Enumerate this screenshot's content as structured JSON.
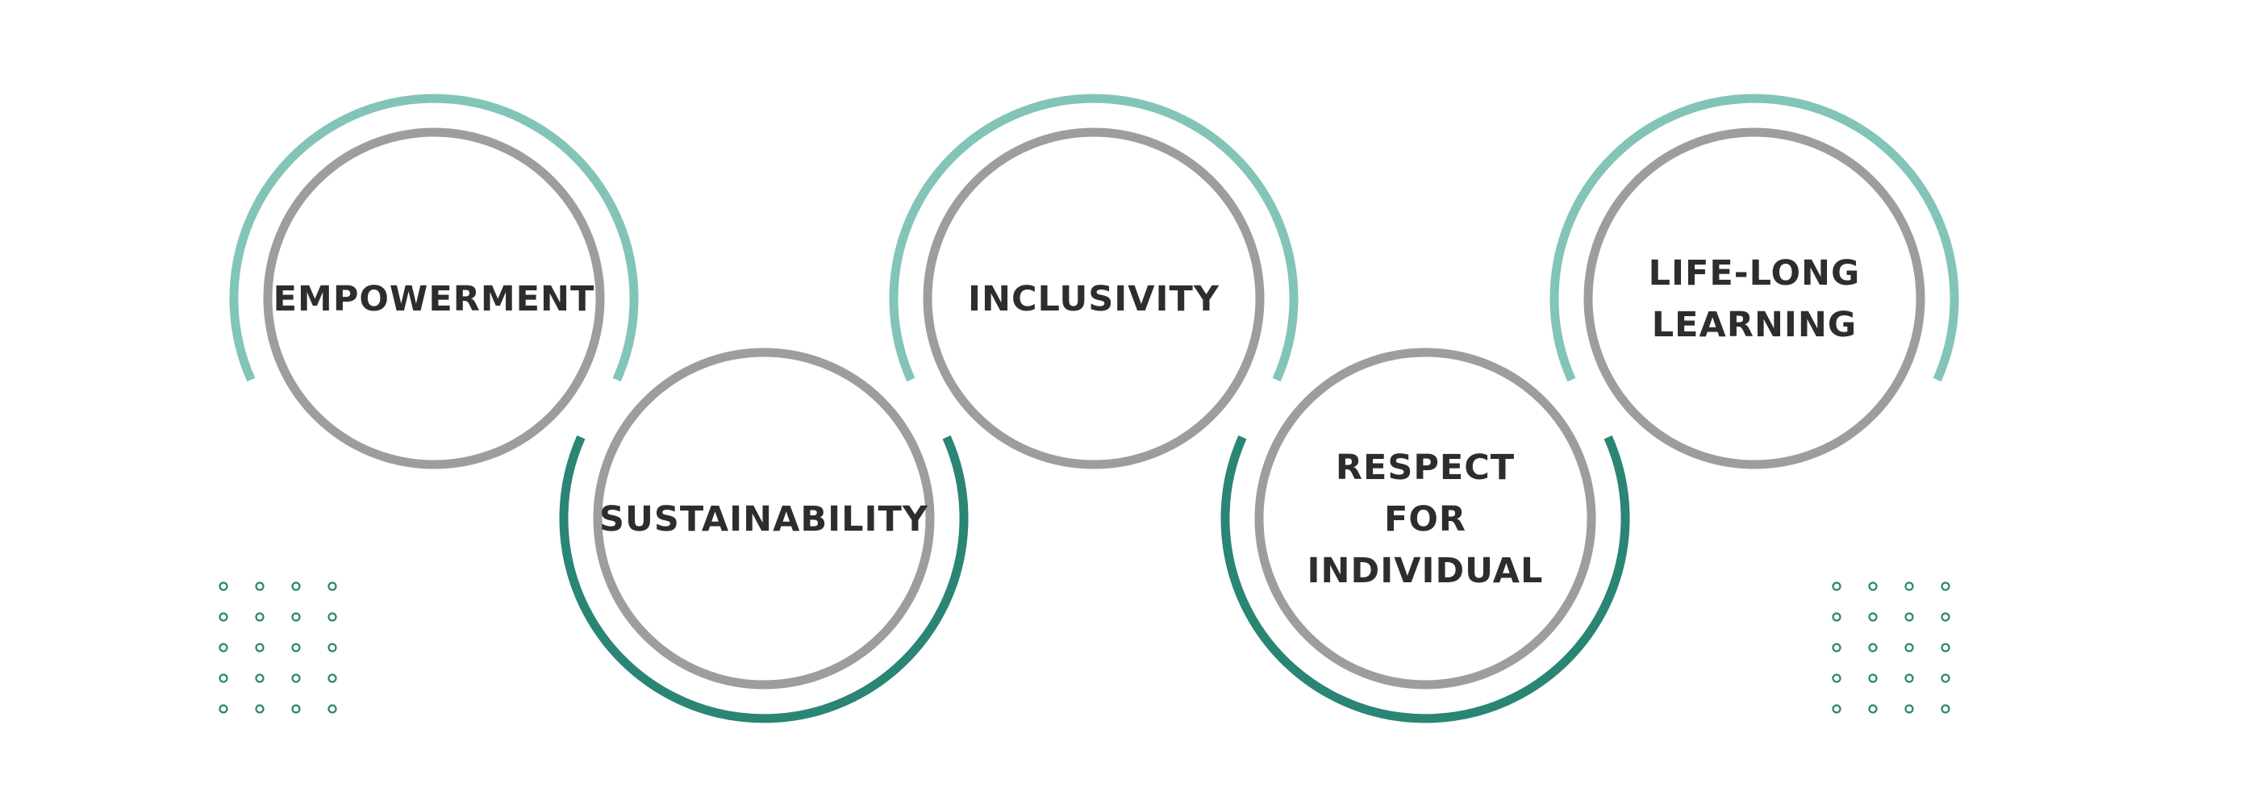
{
  "colors": {
    "background": "#ffffff",
    "inner_ring": "#9d9d9d",
    "outer_arc_light": "#82c5b8",
    "outer_arc_dark": "#2a8574",
    "text": "#2d2d2d",
    "dots": "#2a8574"
  },
  "values": [
    {
      "id": "empowerment",
      "lines": [
        "EMPOWERMENT"
      ],
      "arc_style": "light",
      "arc_position": "top"
    },
    {
      "id": "sustainability",
      "lines": [
        "SUSTAINABILITY"
      ],
      "arc_style": "dark",
      "arc_position": "bottom"
    },
    {
      "id": "inclusivity",
      "lines": [
        "INCLUSIVITY"
      ],
      "arc_style": "light",
      "arc_position": "top"
    },
    {
      "id": "respect-for-individual",
      "lines": [
        "RESPECT",
        "FOR",
        "INDIVIDUAL"
      ],
      "arc_style": "dark",
      "arc_position": "bottom"
    },
    {
      "id": "life-long-learning",
      "lines": [
        "LIFE-LONG",
        "LEARNING"
      ],
      "arc_style": "light",
      "arc_position": "top"
    }
  ],
  "dot_grids": [
    {
      "id": "left",
      "rows": 5,
      "cols": 4
    },
    {
      "id": "right",
      "rows": 5,
      "cols": 4
    }
  ]
}
